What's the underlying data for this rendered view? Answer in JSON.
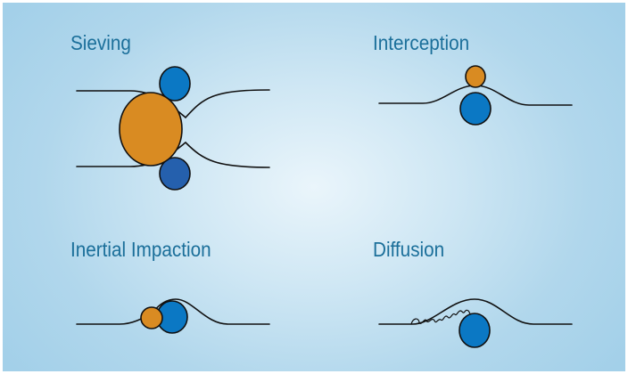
{
  "labels": {
    "sieving": "Sieving",
    "interception": "Interception",
    "inertial_impaction": "Inertial Impaction",
    "diffusion": "Diffusion"
  },
  "colors": {
    "background_center": "#eaf5fb",
    "background_edge": "#a3d0e9",
    "label_text": "#1b6f9a",
    "particle_orange": "#d98b22",
    "fiber_blue": "#0b78c4",
    "fiber_dark_blue": "#2560ad",
    "streamline": "#111111"
  }
}
